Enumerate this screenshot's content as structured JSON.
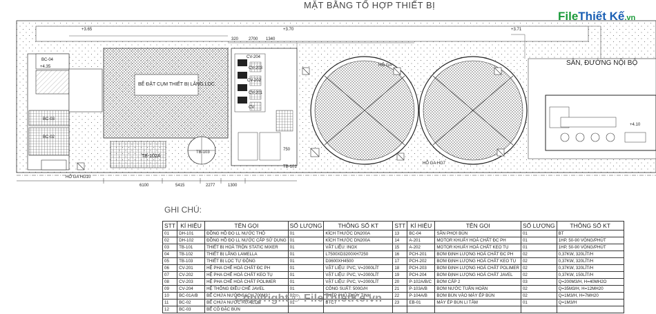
{
  "title": "MẶT BẰNG TỔ HỢP THIẾT BỊ",
  "watermark": {
    "logo_part1": "File",
    "logo_part2": "Thiết Kế",
    "logo_suffix": ".vn",
    "copyright": "Copyright © FileThietKe.vn"
  },
  "plan_labels": {
    "area_right": "SÂN, ĐƯỜNG NỘI BỘ",
    "settling_tank": "BỂ ĐẶT CỤM THIẾT BỊ LẮNG LỌC",
    "bc04": "BC-04",
    "bc03": "BC-03",
    "bc02": "BC-02",
    "tb102a": "TB-102A",
    "tb103": "TB-103",
    "tb101": "TB-101",
    "cv204": "CV-204",
    "cv203": "CV-203",
    "cv202": "CV-202",
    "cv201": "CV-201",
    "cv": "CV",
    "ho_ga_hg10": "HỐ GA HG10",
    "ho_ga_hg7": "HỐ GA HG7",
    "ho_ga": "HỐ GA",
    "level_365a": "+3.65",
    "level_370": "+3.70",
    "level_371": "+3.71",
    "level_435": "+4.35",
    "level_410": "+4.10",
    "dim_6100": "6100",
    "dim_5415": "5415",
    "dim_2277": "2277",
    "dim_1300": "1300",
    "dim_320": "320",
    "dim_2700": "2700",
    "dim_1340": "1340",
    "dim_750": "750"
  },
  "legend": {
    "heading": "GHI CHÚ:",
    "columns": [
      "STT",
      "KÍ HIỆU",
      "TÊN GỌI",
      "SỐ LƯỢNG",
      "THÔNG SỐ KT"
    ],
    "rows_left": [
      [
        "01",
        "DH-101",
        "ĐỒNG HỒ ĐO LL NƯỚC THÔ",
        "01",
        "KÍCH THƯỚC DN200A"
      ],
      [
        "02",
        "DH-102",
        "ĐỒNG HỒ ĐO LL NƯỚC CẤP SỬ DỤNG",
        "01",
        "KÍCH THƯỚC DN200A"
      ],
      [
        "03",
        "TB-101",
        "THIẾT BỊ HOÀ TRỘN STATIC MIXER",
        "01",
        "VẬT LIỆU: INOX"
      ],
      [
        "04",
        "TB-102",
        "THIẾT BỊ LẮNG LAMELLA",
        "01",
        "L7500XD3200XH7250"
      ],
      [
        "05",
        "TB-103",
        "THIẾT BỊ LỌC TỰ ĐỘNG",
        "01",
        "D3600XH4500"
      ],
      [
        "06",
        "CV-201",
        "HỆ PHA CHẾ HOÁ CHẤT ĐC PH",
        "01",
        "VẬT LIỆU: PVC, V=2000LÍT"
      ],
      [
        "07",
        "CV-202",
        "HỆ PHA CHẾ HOÁ CHẤT KEO TỤ",
        "01",
        "VẬT LIỆU: PVC, V=2000LÍT"
      ],
      [
        "08",
        "CV-203",
        "HỆ PHA CHẾ HOÁ CHẤT POLIMER",
        "01",
        "VẬT LIỆU: PVC, V=2000LÍT"
      ],
      [
        "09",
        "CV-204",
        "HỆ THỐNG ĐIỀU CHẾ JAVEL",
        "01",
        "CÔNG SUẤT: 500G/H"
      ],
      [
        "10",
        "BC-01A/B",
        "BỂ CHỨA NƯỚC SẠCH 700M3",
        "02",
        "THÉP PHỦ THỦY TINH"
      ],
      [
        "11",
        "BC-02",
        "BỂ CHỨA NƯỚC RỬA LỌC",
        "01",
        "BTCT"
      ],
      [
        "12",
        "BC-03",
        "BỂ CÔ ĐẶC BÙN",
        "",
        ""
      ]
    ],
    "rows_right": [
      [
        "13",
        "BC-04",
        "SÂN PHƠI BÙN",
        "01",
        "BT"
      ],
      [
        "14",
        "A-201",
        "MOTOR KHUẤY HOÁ CHẤT ĐC PH",
        "01",
        "1HP, 50-90 VÒNG/PHÚT"
      ],
      [
        "15",
        "A-202",
        "MOTOR KHUẤY HOÁ CHẤT KEO TỤ",
        "01",
        "1HP, 50-90 VÒNG/PHÚT"
      ],
      [
        "16",
        "PCH-201",
        "BƠM ĐỊNH LƯỢNG HOÁ CHẤT ĐC PH",
        "02",
        "0,37KW, 320LÍT/H"
      ],
      [
        "17",
        "PCH-202",
        "BƠM ĐỊNH LƯỢNG HOÁ CHẤT KEO TỤ",
        "02",
        "0,37KW, 320LÍT/H"
      ],
      [
        "18",
        "PCH-203",
        "BƠM ĐỊNH LƯỢNG HOÁ CHẤT POLIMER",
        "02",
        "0,37KW, 320LÍT/H"
      ],
      [
        "19",
        "PCH-204",
        "BƠM ĐỊNH LƯỢNG HOÁ CHẤT JAVEL",
        "02",
        "0,37KW, 150LÍT/H"
      ],
      [
        "20",
        "P-102A/B/C",
        "BƠM CẤP 2",
        "03",
        "Q=200M3/H, H=40MH2O"
      ],
      [
        "21",
        "P-103A/B",
        "BƠM NƯỚC TUẦN HOÀN",
        "02",
        "Q=35M3/H, H=12MH20"
      ],
      [
        "22",
        "P-104A/B",
        "BƠM BÙN VÀO MÁY ÉP BÙN",
        "02",
        "Q=1M3/H, H=7MH20"
      ],
      [
        "23",
        "EB-01",
        "MÁY ÉP BÙN LI TÂM",
        "01",
        "Q=1M3/H"
      ]
    ]
  }
}
